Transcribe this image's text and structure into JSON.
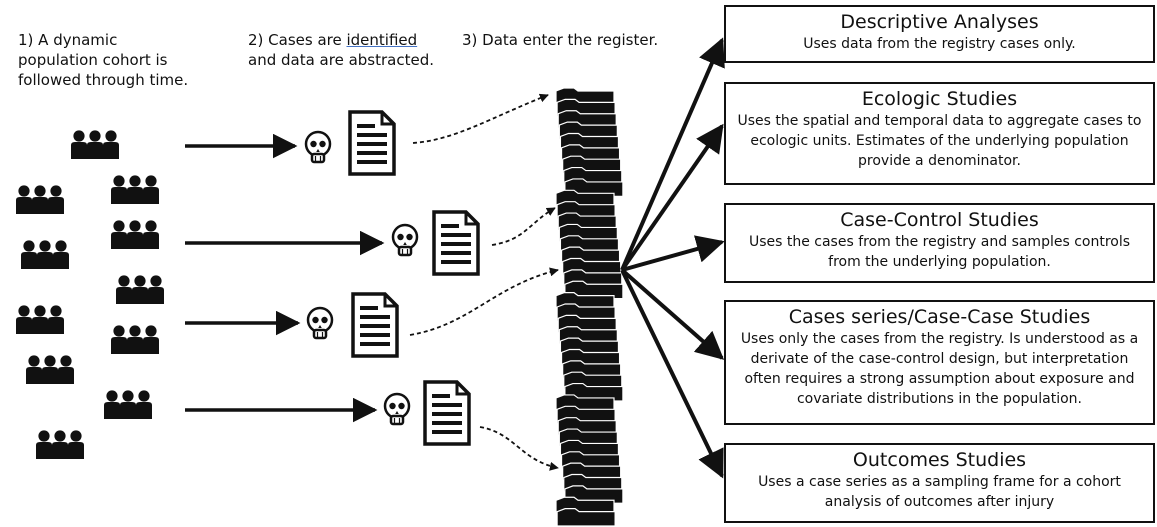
{
  "steps": {
    "step1": "1)  A dynamic\npopulation cohort is\nfollowed through time.",
    "step2_prefix": "2)  Cases are ",
    "step2_underlined": "identified",
    "step2_suffix": "\nand data are abstracted.",
    "step3": "3)  Data enter the register."
  },
  "icons": {
    "people": "people-group-icon",
    "skull": "skull-icon",
    "document": "document-icon",
    "folder": "file-folder-icon"
  },
  "boxes": [
    {
      "title": "Descriptive Analyses",
      "desc": "Uses data from the registry cases only."
    },
    {
      "title": "Ecologic Studies",
      "desc": "Uses the spatial and temporal data to aggregate cases to ecologic units. Estimates of the underlying population provide a denominator."
    },
    {
      "title": "Case-Control Studies",
      "desc": "Uses the cases from the registry and samples controls from the underlying population."
    },
    {
      "title": "Cases series/Case-Case Studies",
      "desc": "Uses only the cases from the registry.  Is understood as a derivate of the case-control design, but interpretation often requires a strong assumption about exposure and covariate distributions in the population."
    },
    {
      "title": "Outcomes Studies",
      "desc": "Uses a case series as a sampling frame for a cohort analysis of outcomes after injury"
    }
  ]
}
